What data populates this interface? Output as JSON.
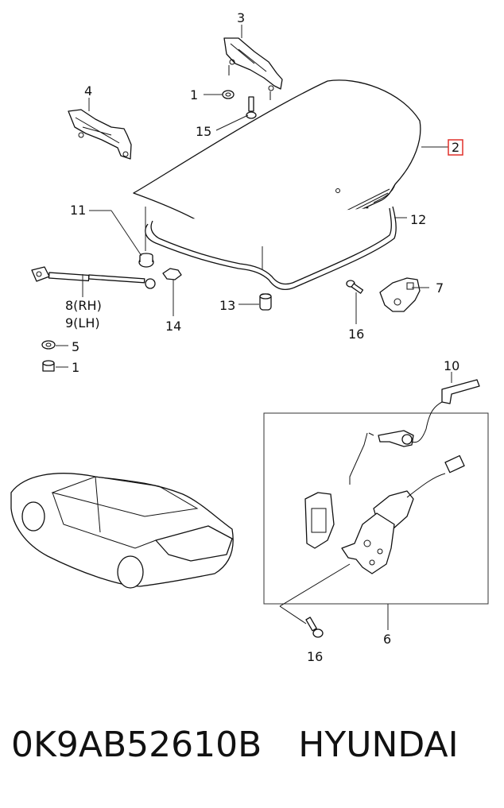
{
  "callouts": {
    "c3": "3",
    "c4": "4",
    "c1a": "1",
    "c15": "15",
    "c2": "2",
    "c11": "11",
    "c12": "12",
    "c7": "7",
    "c8": "8(RH)",
    "c9": "9(LH)",
    "c14": "14",
    "c13": "13",
    "c16a": "16",
    "c5": "5",
    "c1b": "1",
    "c10": "10",
    "c6": "6",
    "c16b": "16"
  },
  "footer": {
    "part_number": "0K9AB52610B",
    "brand": "HYUNDAI"
  },
  "colors": {
    "highlight": "#e0302a",
    "ink": "#111111"
  }
}
